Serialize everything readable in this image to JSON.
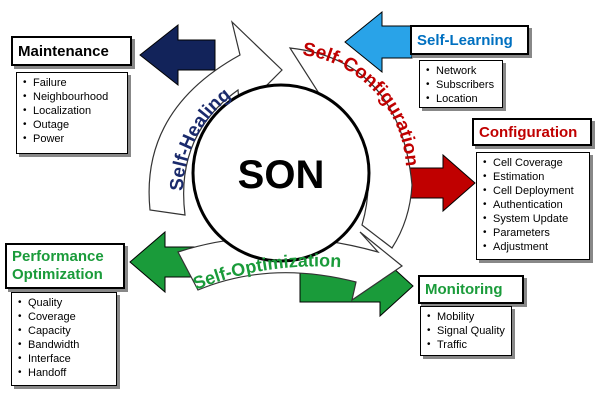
{
  "center": {
    "label": "SON"
  },
  "cycle": [
    {
      "label": "Self-Healing",
      "color": "#1a2a6c"
    },
    {
      "label": "Self-Configuration",
      "color": "#c00000"
    },
    {
      "label": "Self-Optimization",
      "color": "#1a9b3a"
    }
  ],
  "boxes": {
    "maintenance": {
      "title": "Maintenance",
      "color": "#000000",
      "items": [
        "Failure",
        "Neighbourhood",
        "Localization",
        "Outage",
        "Power"
      ]
    },
    "self_learning": {
      "title": "Self-Learning",
      "color": "#0070c0",
      "items": [
        "Network",
        "Subscribers",
        "Location"
      ]
    },
    "configuration": {
      "title": "Configuration",
      "color": "#c00000",
      "items": [
        "Cell Coverage",
        "Estimation",
        "Cell Deployment",
        "Authentication",
        "System Update",
        "Parameters",
        "Adjustment"
      ]
    },
    "performance": {
      "title_line1": "Performance",
      "title_line2": "Optimization",
      "color": "#1a9b3a",
      "items": [
        "Quality",
        "Coverage",
        "Capacity",
        "Bandwidth",
        "Interface",
        "Handoff"
      ]
    },
    "monitoring": {
      "title": "Monitoring",
      "color": "#1a9b3a",
      "items": [
        "Mobility",
        "Signal Quality",
        "Traffic"
      ]
    }
  },
  "arrow_colors": {
    "maintenance": "#12235a",
    "self_learning": "#29a3e8",
    "configuration": "#c00000",
    "performance": "#1a9b3a",
    "monitoring": "#1a9b3a"
  }
}
